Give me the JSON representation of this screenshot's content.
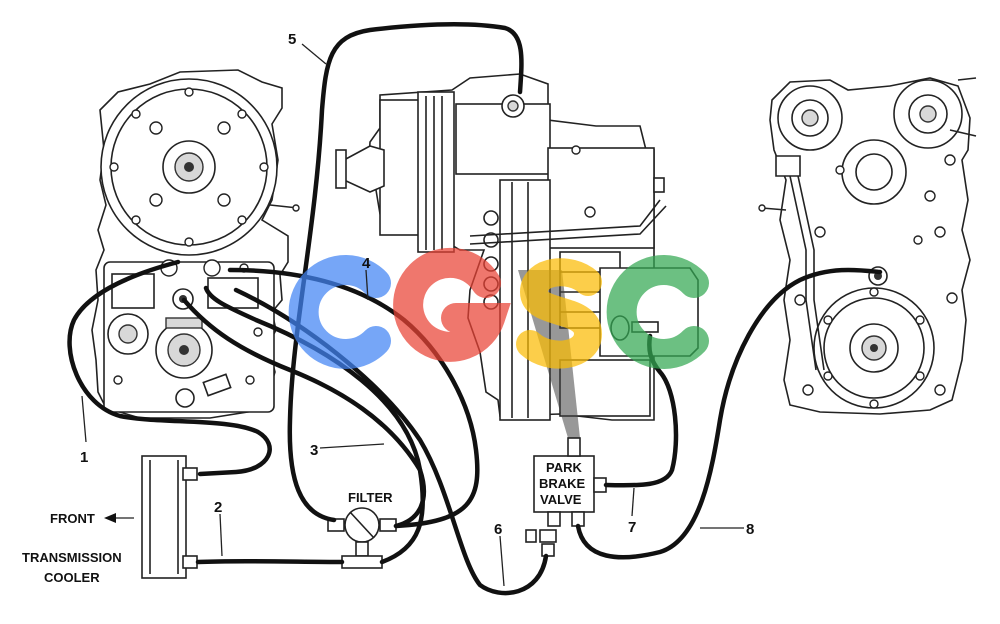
{
  "labels": {
    "l1": "1",
    "l2": "2",
    "l3": "3",
    "l4": "4",
    "l5": "5",
    "l6": "6",
    "l7": "7",
    "l8": "8"
  },
  "filter": "FILTER",
  "front": "FRONT",
  "cooler_line1": "TRANSMISSION",
  "cooler_line2": "COOLER",
  "valve_line1": "PARK",
  "valve_line2": "BRAKE",
  "valve_line3": "VALVE",
  "watermark": {
    "letters": [
      "C",
      "G",
      "S",
      "C"
    ],
    "colors": [
      "#4285F4",
      "#EA4335",
      "#FBBC05",
      "#34A853"
    ]
  }
}
